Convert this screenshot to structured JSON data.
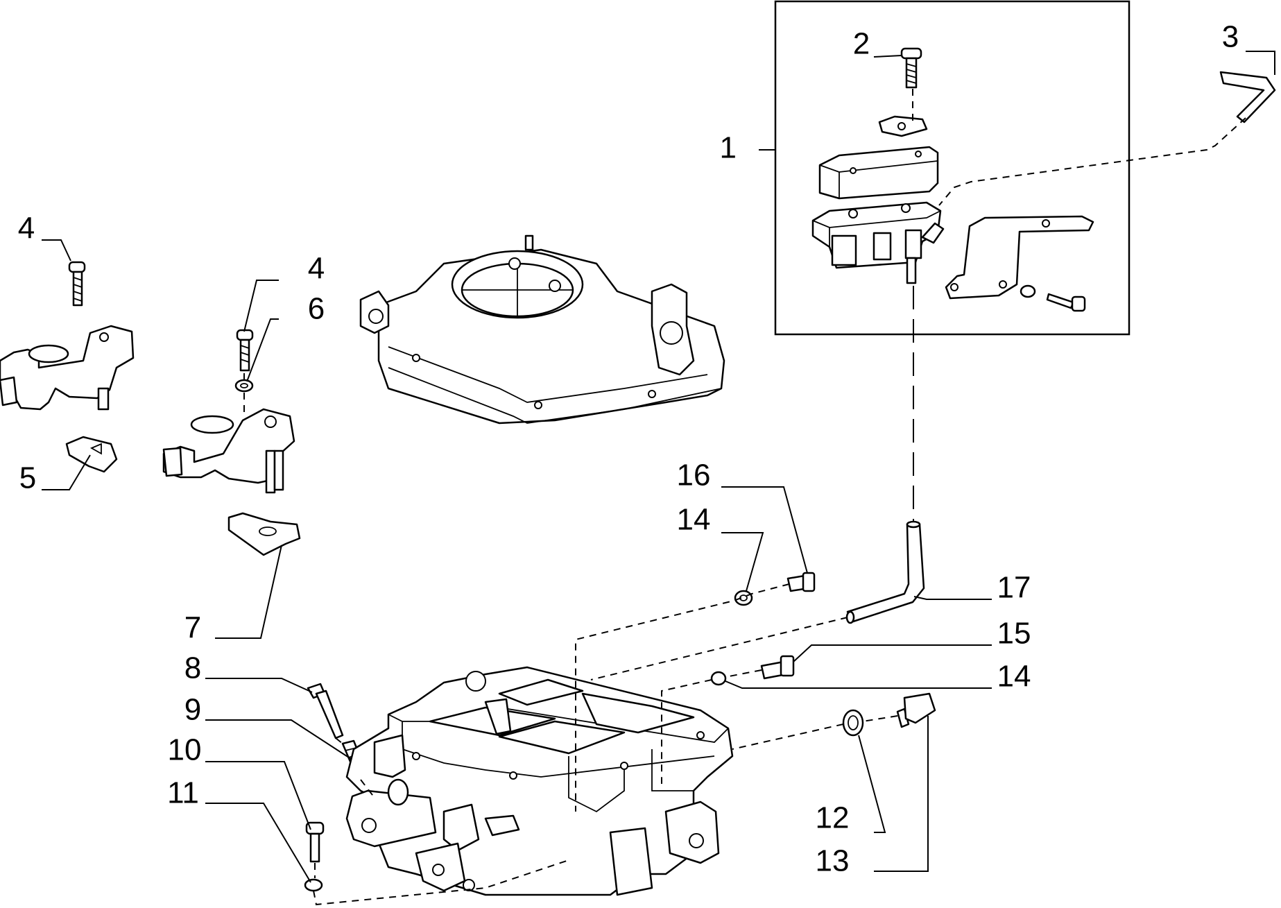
{
  "diagram": {
    "callouts": [
      {
        "id": "c1",
        "text": "1"
      },
      {
        "id": "c2",
        "text": "2"
      },
      {
        "id": "c3",
        "text": "3"
      },
      {
        "id": "c4a",
        "text": "4"
      },
      {
        "id": "c4b",
        "text": "4"
      },
      {
        "id": "c5",
        "text": "5"
      },
      {
        "id": "c6",
        "text": "6"
      },
      {
        "id": "c7",
        "text": "7"
      },
      {
        "id": "c8",
        "text": "8"
      },
      {
        "id": "c9",
        "text": "9"
      },
      {
        "id": "c10",
        "text": "10"
      },
      {
        "id": "c11",
        "text": "11"
      },
      {
        "id": "c12",
        "text": "12"
      },
      {
        "id": "c13",
        "text": "13"
      },
      {
        "id": "c14a",
        "text": "14"
      },
      {
        "id": "c14b",
        "text": "14"
      },
      {
        "id": "c15",
        "text": "15"
      },
      {
        "id": "c16",
        "text": "16"
      },
      {
        "id": "c17",
        "text": "17"
      }
    ]
  }
}
